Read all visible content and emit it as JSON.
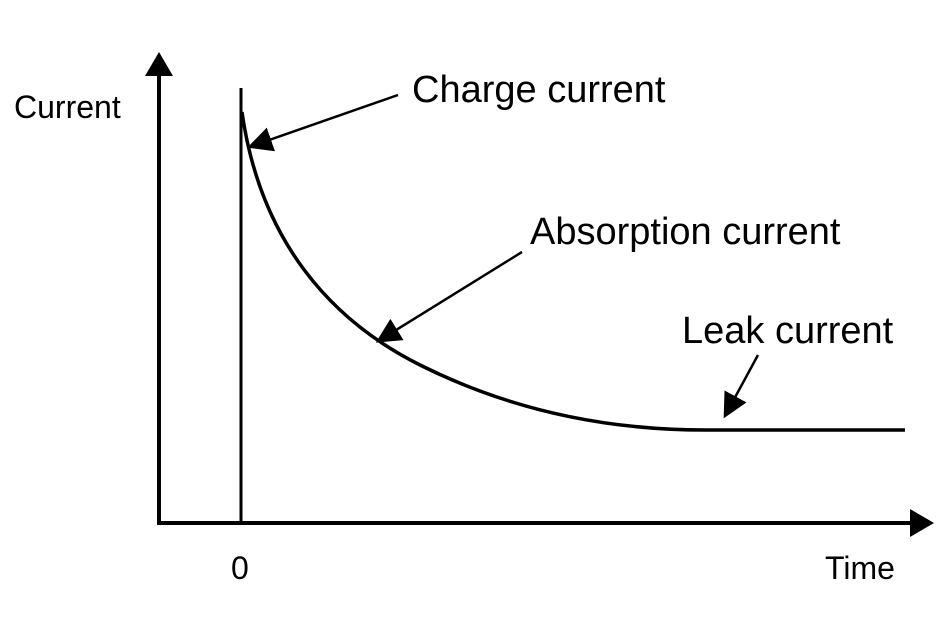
{
  "axes": {
    "y_label": "Current",
    "x_label": "Time",
    "origin_tick": "0"
  },
  "annotations": {
    "charge": "Charge current",
    "absorption": "Absorption current",
    "leak": "Leak current"
  },
  "colors": {
    "ink": "#000000",
    "background": "#ffffff"
  }
}
